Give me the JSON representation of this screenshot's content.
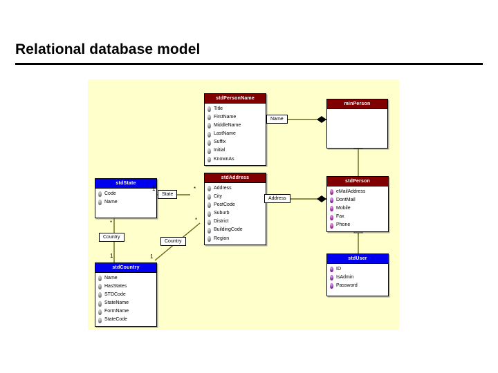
{
  "slide": {
    "title": "Relational database model"
  },
  "canvas": {
    "background_color": "#ffffcc",
    "header_red": "#800000",
    "header_blue": "#0000ee"
  },
  "diagram": {
    "type": "uml-class-diagram",
    "entities": [
      {
        "id": "stdPersonName",
        "name": "stdPersonName",
        "header_color": "#800000",
        "fields": [
          "Title",
          "FirstName",
          "MiddleName",
          "LastName",
          "Suffix",
          "Initial",
          "KnownAs"
        ]
      },
      {
        "id": "minPerson",
        "name": "minPerson",
        "header_color": "#800000",
        "fields": []
      },
      {
        "id": "stdState",
        "name": "stdState",
        "header_color": "#0000ee",
        "fields": [
          "Code",
          "Name"
        ]
      },
      {
        "id": "stdAddress",
        "name": "stdAddress",
        "header_color": "#800000",
        "fields": [
          "Address",
          "City",
          "PostCode",
          "Suburb",
          "District",
          "BuildingCode",
          "Region"
        ]
      },
      {
        "id": "stdPerson",
        "name": "stdPerson",
        "header_color": "#800000",
        "fields": [
          "eMailAddress",
          "DontMail",
          "Mobile",
          "Fax",
          "Phone"
        ]
      },
      {
        "id": "stdCountry",
        "name": "stdCountry",
        "header_color": "#0000ee",
        "fields": [
          "Name",
          "HasStates",
          "STDCode",
          "StateName",
          "FormName",
          "StateCode"
        ]
      },
      {
        "id": "stdUser",
        "name": "stdUser",
        "header_color": "#0000ee",
        "fields": [
          "ID",
          "IsAdmin",
          "Password"
        ]
      }
    ],
    "associations": [
      {
        "id": "name-assoc",
        "label": "Name",
        "from": "minPerson",
        "to": "stdPersonName",
        "kind": "aggregation"
      },
      {
        "id": "address-assoc",
        "label": "Address",
        "from": "stdPerson",
        "to": "stdAddress",
        "kind": "aggregation"
      },
      {
        "id": "state-assoc",
        "label": "State",
        "from": "stdState",
        "to": "stdAddress",
        "kind": "association",
        "from_multiplicity": "1",
        "to_multiplicity": "*"
      },
      {
        "id": "country-assoc-state",
        "label": "Country",
        "from": "stdState",
        "to": "stdCountry",
        "kind": "association",
        "from_multiplicity": "*",
        "to_multiplicity": "1"
      },
      {
        "id": "country-assoc-address",
        "label": "Country",
        "from": "stdAddress",
        "to": "stdCountry",
        "kind": "association",
        "from_multiplicity": "*",
        "to_multiplicity": "1"
      }
    ],
    "generalizations": [
      {
        "id": "person-to-minperson",
        "from": "stdPerson",
        "to": "minPerson"
      },
      {
        "id": "user-to-person",
        "from": "stdUser",
        "to": "stdPerson"
      }
    ]
  }
}
